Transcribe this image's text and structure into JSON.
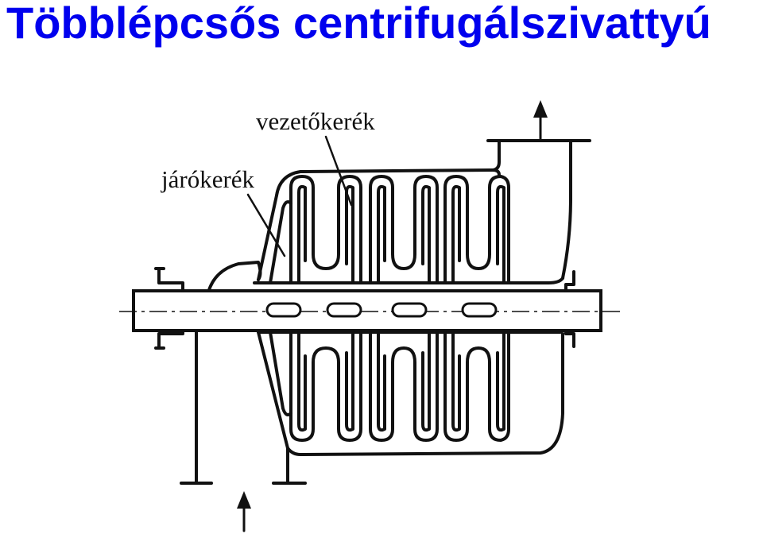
{
  "slide": {
    "title": "Többlépcsős centrifugálszivattyú"
  },
  "diagram": {
    "labels": {
      "diffuser": "vezetőkerék",
      "impeller": "járókerék"
    },
    "stage_count": 4,
    "colors": {
      "title": "#0000ee",
      "ink": "#111111",
      "background": "#ffffff"
    }
  }
}
